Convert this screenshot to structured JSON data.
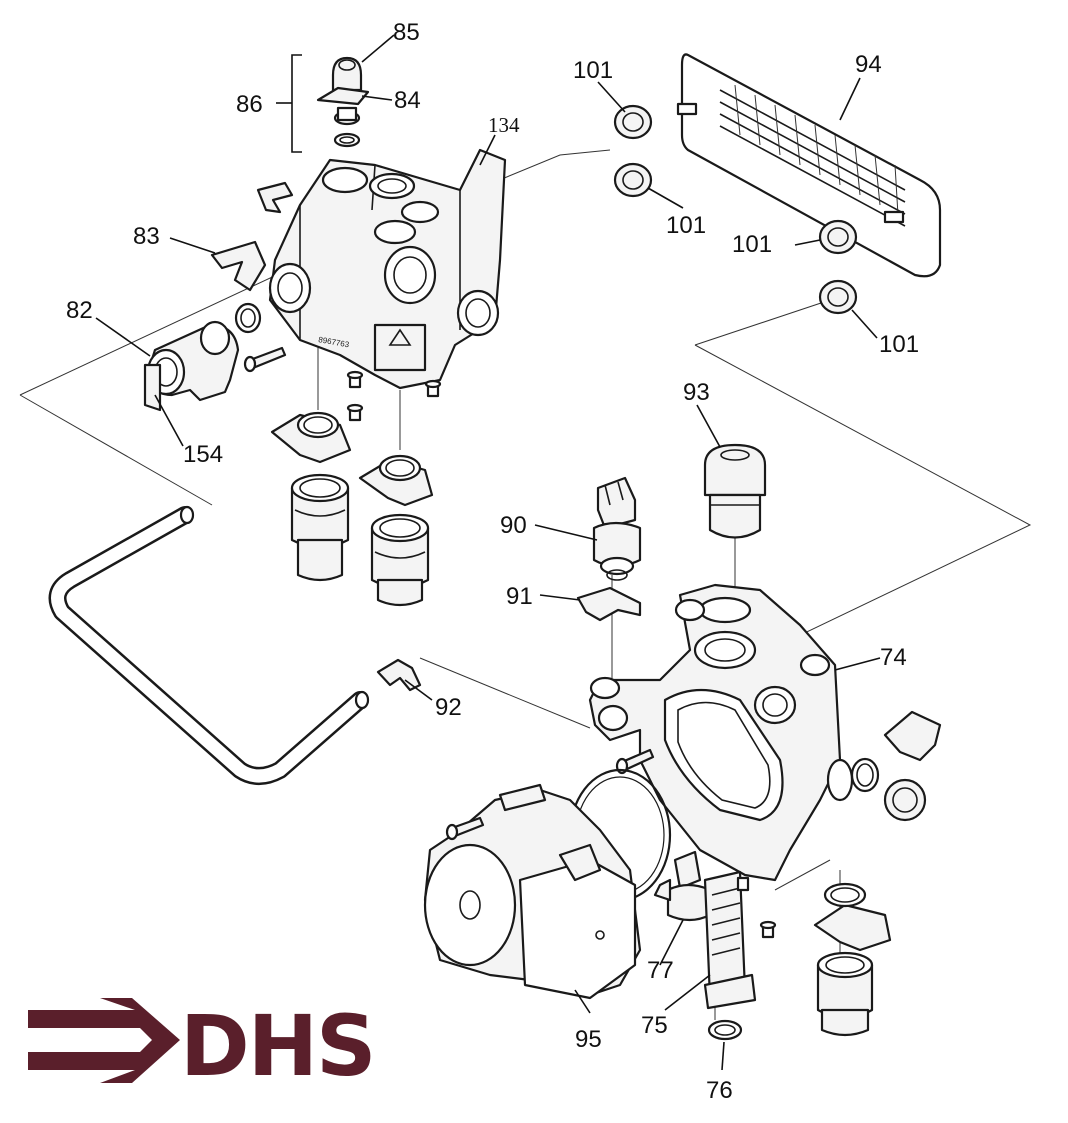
{
  "part_labels": {
    "p85": "85",
    "p84": "84",
    "p86": "86",
    "p134": "134",
    "p83": "83",
    "p82": "82",
    "p154": "154",
    "p101a": "101",
    "p101b": "101",
    "p101c": "101",
    "p101d": "101",
    "p94": "94",
    "p93": "93",
    "p90": "90",
    "p91": "91",
    "p92": "92",
    "p74": "74",
    "p95": "95",
    "p77": "77",
    "p75": "75",
    "p76": "76"
  },
  "logo": {
    "text": "DHS",
    "color": "#5a1f2b"
  },
  "colors": {
    "ink": "#1a1a1a",
    "paper": "#ffffff"
  }
}
